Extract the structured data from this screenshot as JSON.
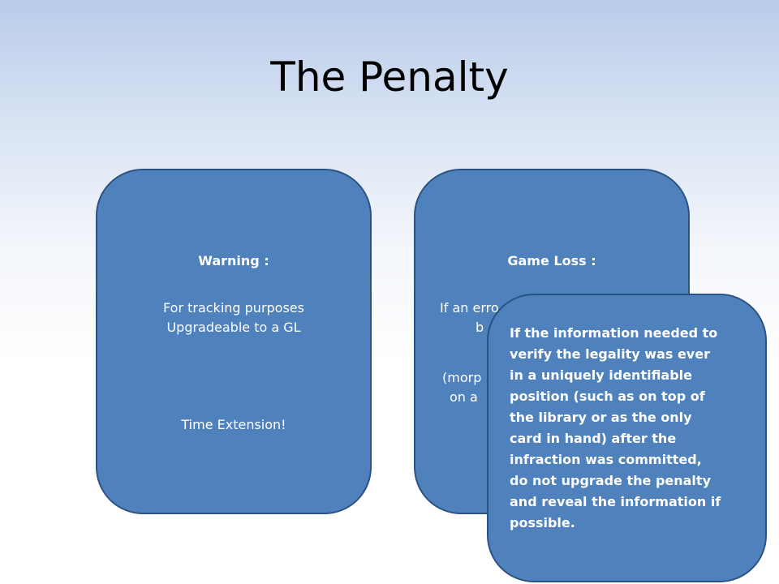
{
  "slide": {
    "title": "The Penalty",
    "warning": {
      "heading": "Warning :",
      "line1": "For tracking purposes",
      "line2": "Upgradeable to a GL",
      "line3": "Time Extension!"
    },
    "game_loss": {
      "heading": "Game Loss :",
      "line1": "If an erro",
      "line2": "b",
      "line3": "(morp",
      "line4": "on a"
    },
    "note": {
      "lines": [
        "If the information needed to",
        "verify the legality was ever",
        "in a uniquely identifiable",
        "position (such as on top of",
        "the library or as the only",
        "card in hand) after the",
        "infraction was committed,",
        "do not upgrade the penalty",
        "and reveal the information if",
        "possible."
      ]
    }
  }
}
